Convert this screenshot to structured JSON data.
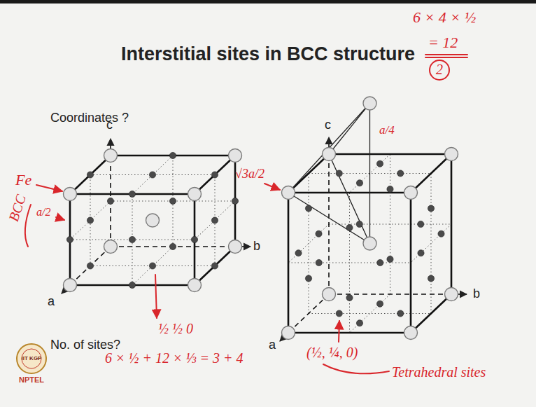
{
  "diagram": {
    "title": "Interstitial sites in BCC structure",
    "labels": [
      "Coordinates ?",
      "c",
      "b",
      "a",
      "Fe",
      "BCC",
      "a/2",
      "½ ½ 0",
      "No. of sites?",
      "6 × ½ + 12 × ⅓ = 3 + 4",
      "c",
      "b",
      "a",
      "a/4",
      "√3a/2",
      "(½, ¼, 0)",
      "Tetrahedral sites",
      "6 × 4 × ½",
      "= 12",
      "2",
      "IIT KGP",
      "NPTEL"
    ]
  }
}
